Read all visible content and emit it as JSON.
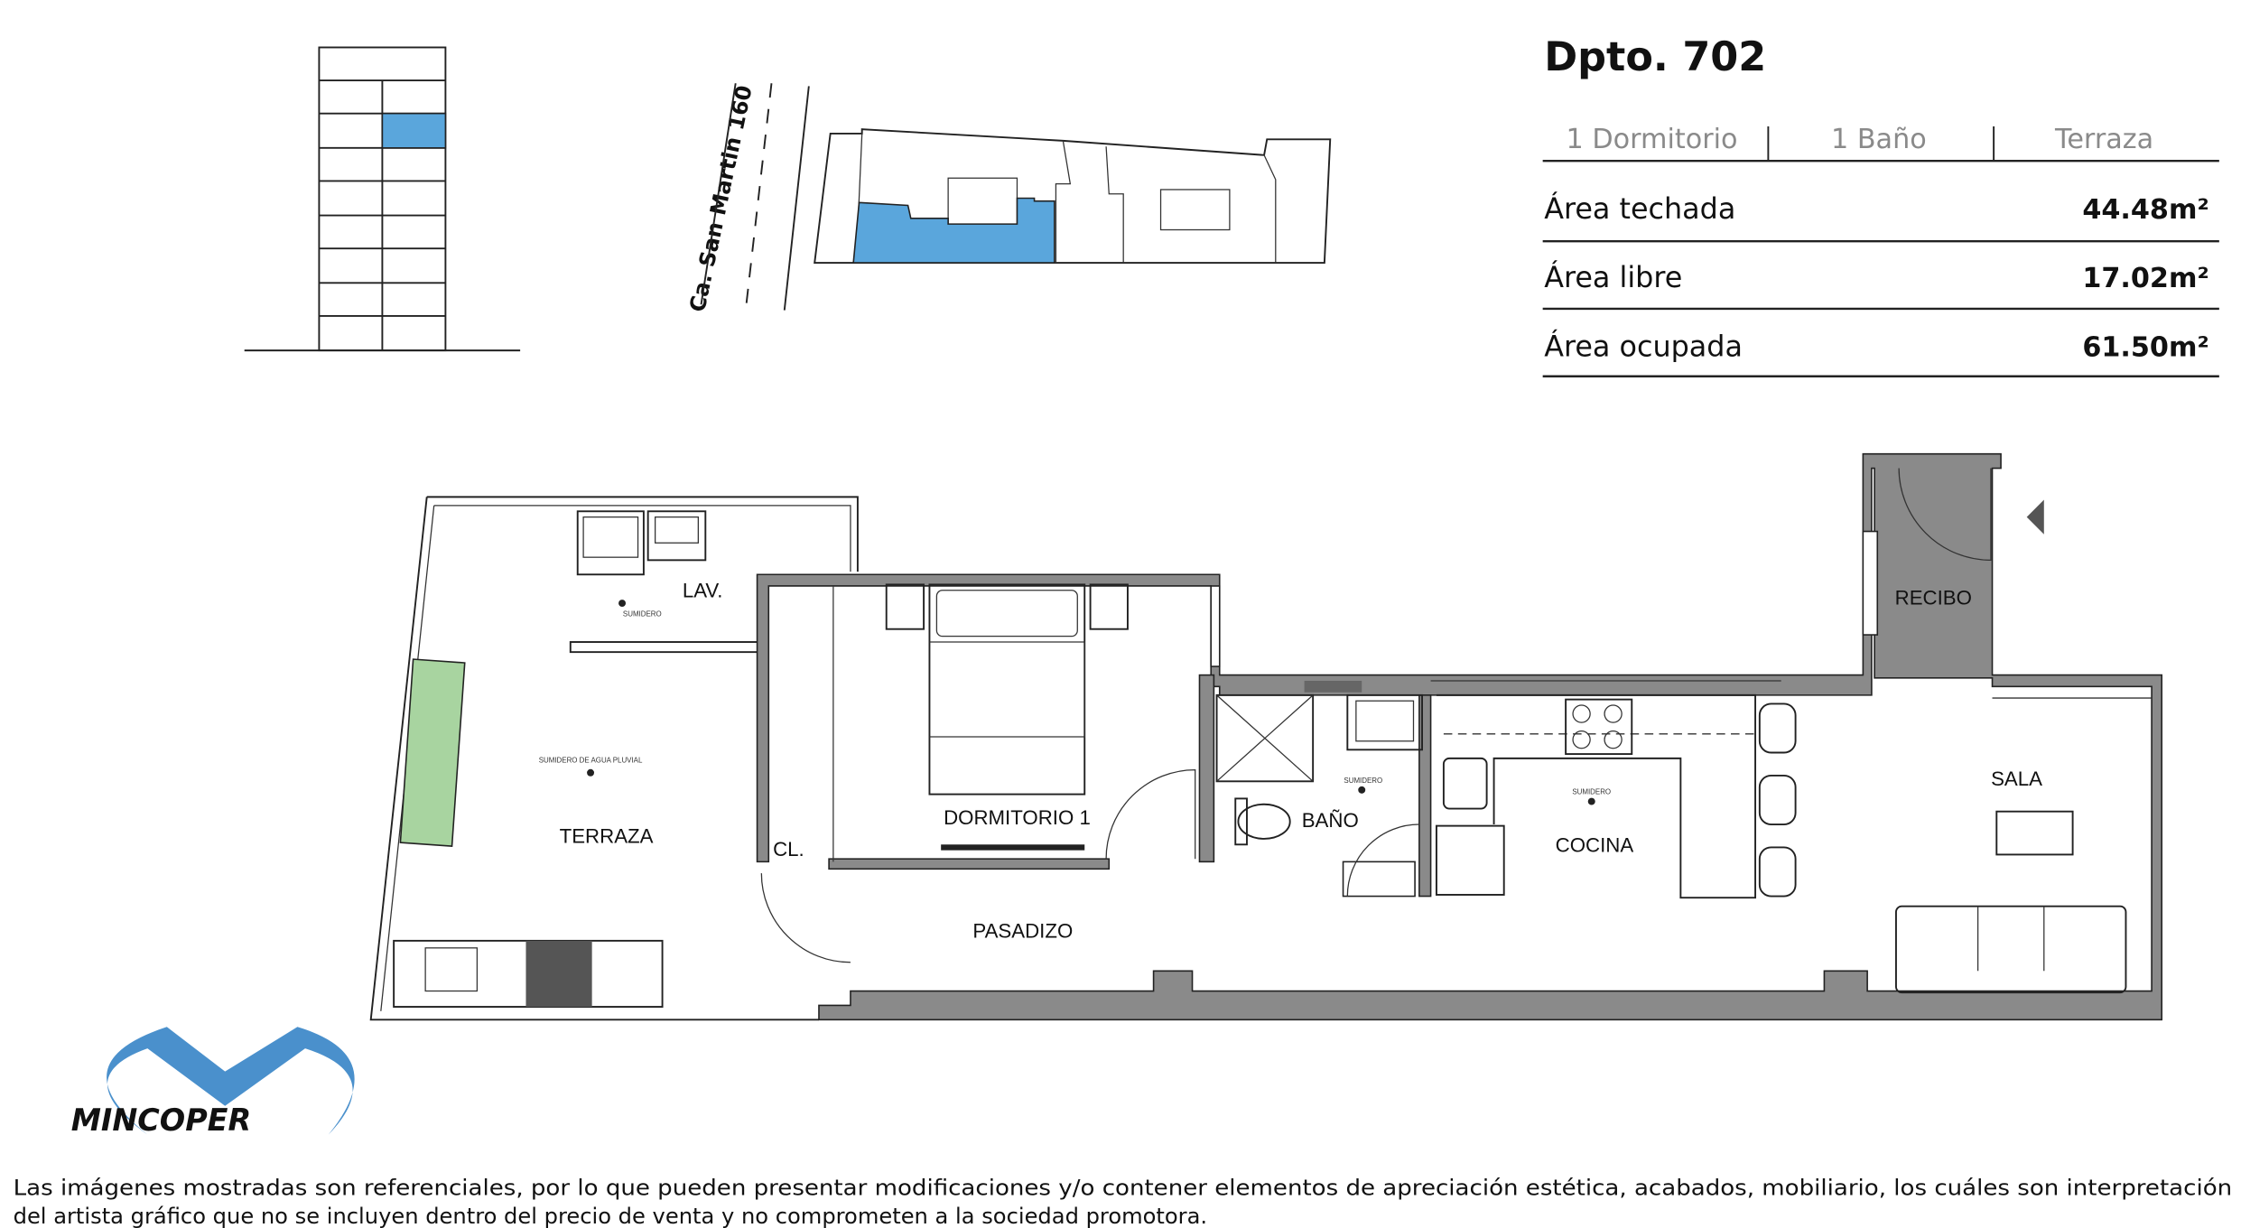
{
  "unit": {
    "title": "Dpto. 702",
    "features": [
      "1 Dormitorio",
      "1 Baño",
      "Terraza"
    ],
    "areas": [
      {
        "label": "Área techada",
        "value": "44.48",
        "unit": "m²"
      },
      {
        "label": "Área libre",
        "value": "17.02",
        "unit": "m²"
      },
      {
        "label": "Área ocupada",
        "value": "61.50",
        "unit": "m²"
      }
    ]
  },
  "location": {
    "street": "Ca. San Martin 160"
  },
  "rooms": {
    "lav": "LAV.",
    "terraza": "TERRAZA",
    "dormitorio": "DORMITORIO 1",
    "bano": "BAÑO",
    "cocina": "COCINA",
    "recibo": "RECIBO",
    "sala": "SALA",
    "pasadizo": "PASADIZO",
    "closet": "CL."
  },
  "annotations": {
    "sumidero": "SUMIDERO",
    "sumidero_pluvial": "SUMIDERO DE AGUA PLUVIAL"
  },
  "brand": {
    "name": "MINCOPER"
  },
  "disclaimer": {
    "line1": "Las imágenes mostradas son referenciales, por lo que pueden presentar modificaciones y/o contener elementos de apreciación estética, acabados, mobiliario, los cuáles son interpretación",
    "line2": "del artista gráfico que no se incluyen dentro del precio de venta y no comprometen a la sociedad promotora."
  },
  "colors": {
    "highlight": "#5aa6dc",
    "logo_blue": "#4a90cc",
    "wall": "#8a8a8a",
    "planter": "#a8d4a0"
  }
}
